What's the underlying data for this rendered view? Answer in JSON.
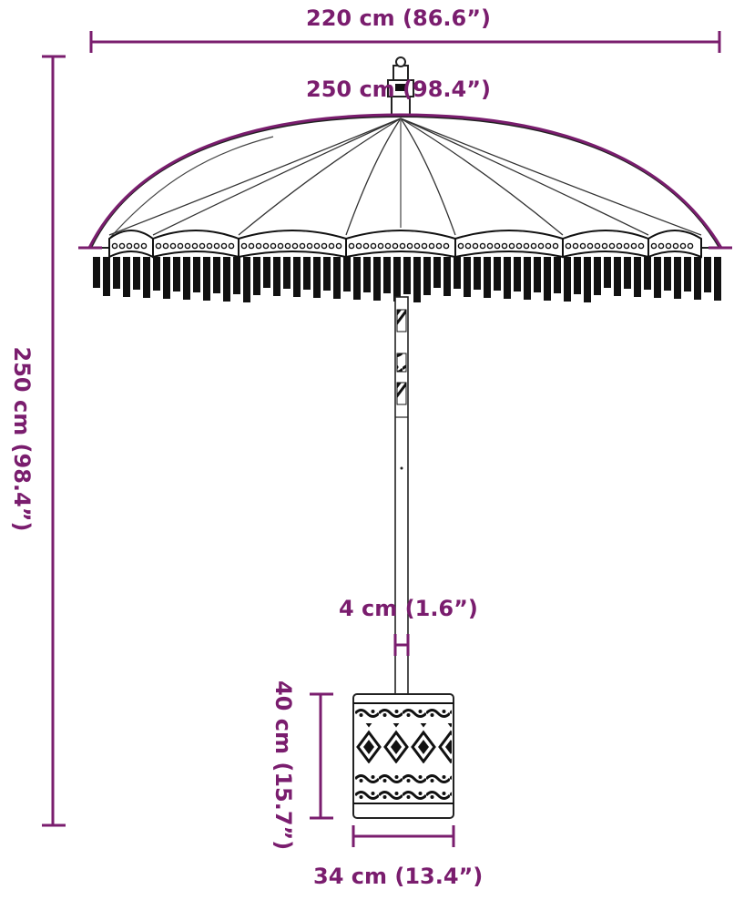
{
  "colors": {
    "dimension": "#7a1d6e",
    "outline": "#222222",
    "canopy_fill": "#ffffff",
    "tassel_fill": "#111111",
    "background": "#ffffff"
  },
  "dimensions": {
    "top_width": "220 cm (86.6”)",
    "canopy_arc": "250 cm (98.4”)",
    "total_height": "250 cm (98.4”)",
    "pole_diameter": "4 cm (1.6”)",
    "base_height": "40 cm (15.7”)",
    "base_width": "34 cm (13.4”)"
  }
}
